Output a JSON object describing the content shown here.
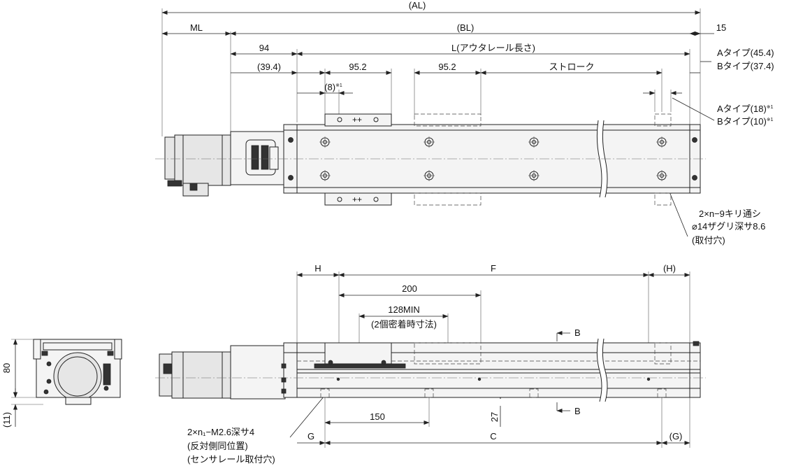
{
  "top_view": {
    "dim_al": "(AL)",
    "dim_ml": "ML",
    "dim_bl": "(BL)",
    "dim_15": "15",
    "dim_94": "94",
    "dim_l": "L(アウタレール長さ)",
    "dim_39_4": "(39.4)",
    "dim_95_2_a": "95.2",
    "dim_95_2_b": "95.2",
    "dim_stroke": "ストローク",
    "dim_8": "(8)",
    "note_mark": "※1",
    "a_type_45": "Aタイプ(45.4)",
    "b_type_37": "Bタイプ(37.4)",
    "a_type_18": "Aタイプ(18)",
    "b_type_10": "Bタイプ(10)",
    "hole_note_1": "2×n−9キリ通シ",
    "hole_note_2": "⌀14ザグリ深サ8.6",
    "hole_note_3": "(取付穴)"
  },
  "side_view": {
    "dim_h": "H",
    "dim_f": "F",
    "dim_h_paren": "(H)",
    "dim_200": "200",
    "dim_128": "128MIN",
    "dim_128_note": "(2個密着時寸法)",
    "section_b": "B",
    "dim_27": "27",
    "dim_150": "150",
    "dim_g": "G",
    "dim_c": "C",
    "dim_g_paren": "(G)",
    "tap_note_1": "2×n₁−M2.6深サ4",
    "tap_note_2": "(反対側同位置)",
    "tap_note_3": "(センサレール取付穴)"
  },
  "end_view": {
    "dim_80": "80",
    "dim_11": "(11)"
  }
}
